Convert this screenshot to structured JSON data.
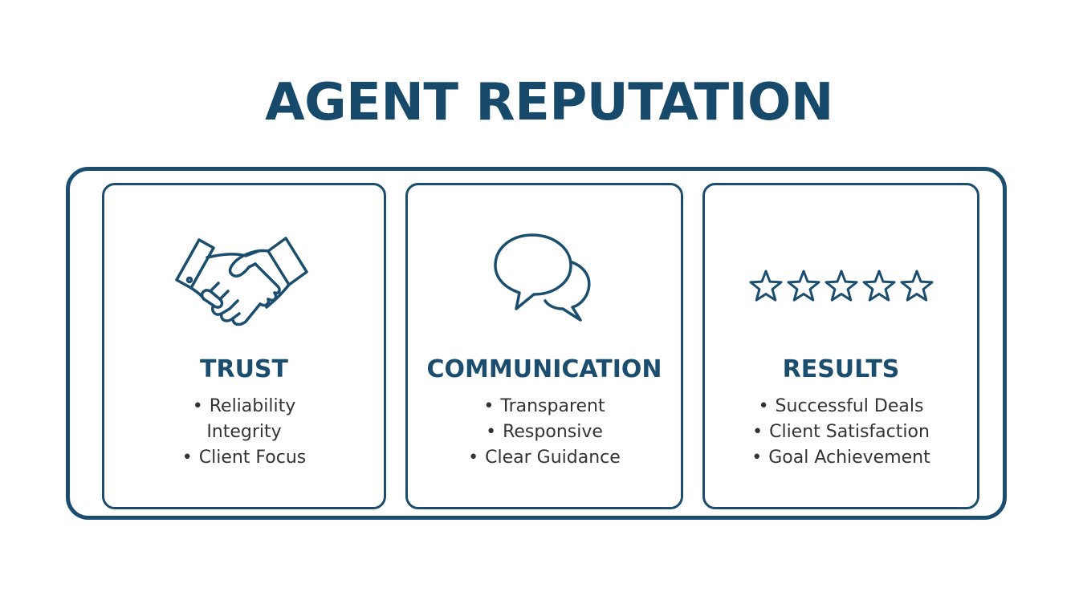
{
  "title": "AGENT REPUTATION",
  "colors": {
    "primary": "#1a4d6e",
    "text": "#333333",
    "background": "#ffffff"
  },
  "cards": [
    {
      "icon": "handshake-icon",
      "title": "TRUST",
      "items": [
        {
          "bullet": "•",
          "text": "Reliability"
        },
        {
          "bullet": "",
          "text": "Integrity"
        },
        {
          "bullet": "•",
          "text": "Client Focus"
        }
      ]
    },
    {
      "icon": "speech-bubbles-icon",
      "title": "COMMUNICATION",
      "items": [
        {
          "bullet": "•",
          "text": "Transparent"
        },
        {
          "bullet": "•",
          "text": "Responsive"
        },
        {
          "bullet": "•",
          "text": "Clear Guidance"
        }
      ]
    },
    {
      "icon": "five-stars-icon",
      "title": "RESULTS",
      "items": [
        {
          "bullet": "•",
          "text": "Successful Deals"
        },
        {
          "bullet": "•",
          "text": "Client Satisfaction"
        },
        {
          "bullet": "•",
          "text": "Goal Achievement"
        }
      ]
    }
  ]
}
